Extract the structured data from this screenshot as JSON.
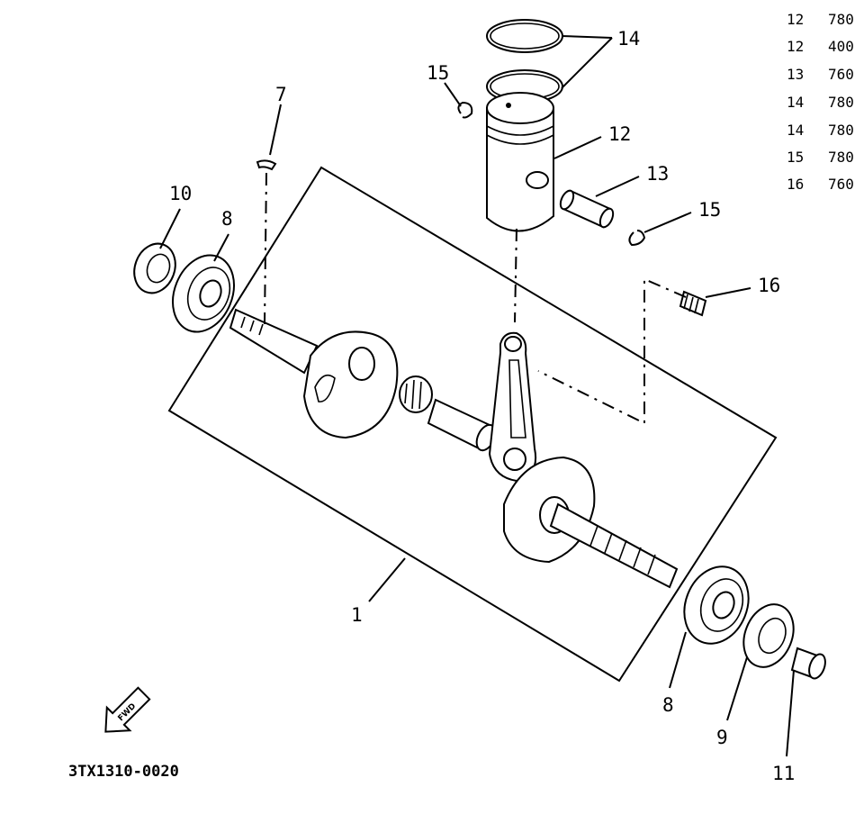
{
  "figure_code": "3TX1310-0020",
  "fwd_label": "FWD",
  "callouts": {
    "c1": "1",
    "c7": "7",
    "c8a": "8",
    "c8b": "8",
    "c9": "9",
    "c10": "10",
    "c11": "11",
    "c12": "12",
    "c13": "13",
    "c14": "14",
    "c15a": "15",
    "c15b": "15",
    "c16": "16"
  },
  "ref_table": [
    {
      "no": "12",
      "code": "780"
    },
    {
      "no": "12",
      "code": "400"
    },
    {
      "no": "13",
      "code": "760"
    },
    {
      "no": "14",
      "code": "780"
    },
    {
      "no": "14",
      "code": "780"
    },
    {
      "no": "15",
      "code": "780"
    },
    {
      "no": "16",
      "code": "760"
    }
  ]
}
